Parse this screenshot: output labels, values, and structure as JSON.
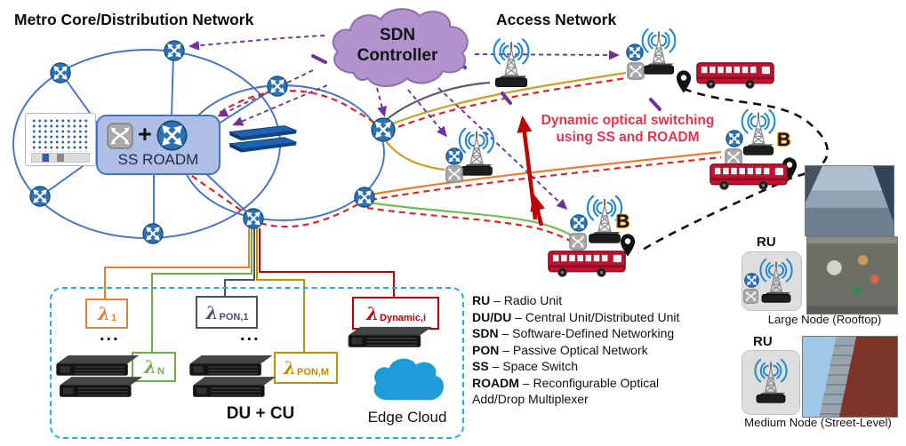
{
  "titles": {
    "metro": "Metro Core/Distribution Network",
    "access": "Access Network"
  },
  "sdn_cloud": {
    "line1": "SDN",
    "line2": "Controller"
  },
  "metro_node": {
    "plus": "+",
    "label": "SS ROADM"
  },
  "annotation": {
    "line1": "Dynamic optical switching",
    "line2": "using SS and ROADM"
  },
  "wavelengths": [
    {
      "symbol": "λ",
      "sub": "1",
      "color": "#ED7D31"
    },
    {
      "symbol": "λ",
      "sub": "N",
      "color": "#70AD47"
    },
    {
      "symbol": "λ",
      "sub": "PON,1",
      "color": "#44546A"
    },
    {
      "symbol": "λ",
      "sub": "PON,M",
      "color": "#BF9000"
    },
    {
      "symbol": "λ",
      "sub": "Dynamic,i",
      "color": "#C00000"
    }
  ],
  "edge_site": {
    "dots": "...",
    "du_cu": "DU + CU",
    "edge_cloud": "Edge Cloud"
  },
  "bus_stops": {
    "b1": "B",
    "b2": "B"
  },
  "legend": {
    "lines": [
      {
        "abbr": "RU",
        "rest": "– Radio Unit"
      },
      {
        "abbr": "DU/DU",
        "rest": "– Central Unit/Distributed Unit"
      },
      {
        "abbr": "SDN",
        "rest": "– Software-Defined Networking"
      },
      {
        "abbr": "PON",
        "rest": "– Passive Optical Network"
      },
      {
        "abbr": "SS",
        "rest": "– Space Switch"
      },
      {
        "abbr": "ROADM",
        "rest": "– Reconfigurable Optical"
      },
      {
        "abbr": "",
        "rest": "Add/Drop Multiplexer"
      }
    ]
  },
  "right_panel": {
    "ru_large": "RU",
    "large_caption": "Large Node (Rooftop)",
    "ru_medium": "RU",
    "medium_caption": "Medium Node (Street-Level)"
  },
  "icons": {
    "roadm": "roadm-node-icon",
    "space_switch": "space-switch-icon",
    "antenna": "antenna-tower-icon",
    "pin": "location-pin-icon",
    "bus": "bus-icon",
    "server": "server-stack-icon",
    "packet_switch": "packet-switch-stack-icon",
    "compute": "compute-node-icon",
    "sdn_cloud": "sdn-controller-cloud",
    "edge_cloud": "edge-cloud-icon"
  },
  "colors": {
    "metro_blue": "#4472C4",
    "node_blue": "#2B72B4",
    "red_dashed": "#E02424",
    "thick_red_arrow": "#C00000",
    "gold": "#C9A227",
    "orange": "#ED7D31",
    "green": "#70AD47",
    "slate": "#55606E",
    "purple_control": "#7030A0",
    "sdn_cloud_fill": "#B293CE",
    "cyan_dashed_box": "#29ABE2",
    "edge_cloud_blue": "#1E9CD7",
    "annotation_red": "#E8334F",
    "bus_red": "#C8102E"
  }
}
